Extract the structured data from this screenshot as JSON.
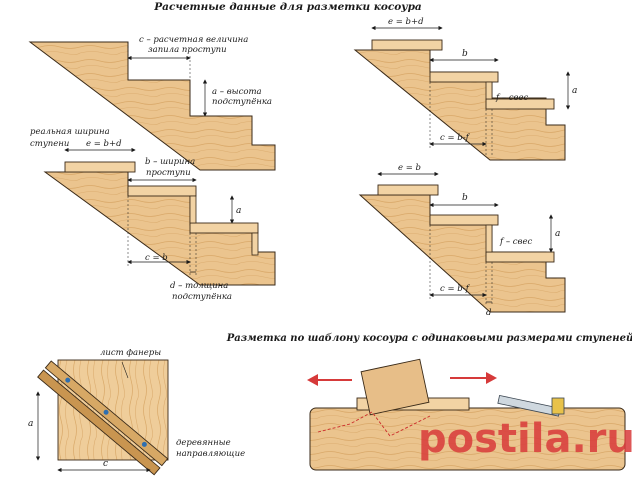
{
  "title_top": "Расчетные данные для разметки косоура",
  "title_bottom": "Разметка по шаблону косоура с одинаковыми размерами ступеней",
  "diagram1": {
    "label_c_line1": "c – расчетная величина",
    "label_c_line2": "запила проступи",
    "label_a_line1": "a – высота",
    "label_a_line2": "подступёнка"
  },
  "diagram2": {
    "label_real_line1": "реальная ширина",
    "label_real_line2": "ступени",
    "label_edbd": "e = b+d",
    "label_b_line1": "b – ширина",
    "label_b_line2": "проступи",
    "label_a": "a",
    "label_c": "c = b",
    "label_d_line1": "d – толщина",
    "label_d_line2": "подступёнка"
  },
  "diagram3": {
    "label_e": "e = b+d",
    "label_b": "b",
    "label_a": "a",
    "label_f": "f – свес",
    "label_c": "c = b-f"
  },
  "diagram4": {
    "label_e": "e = b",
    "label_b": "b",
    "label_a": "a",
    "label_f": "f – свес",
    "label_c": "c = b-f",
    "label_d": "d"
  },
  "template": {
    "label_sheet": "лист фанеры",
    "label_a": "a",
    "label_c": "c",
    "label_rails_line1": "деревянные",
    "label_rails_line2": "направляющие"
  },
  "watermark": "postila.ru",
  "colors": {
    "wood": "#e9c18a",
    "wood_light": "#f0cf9f",
    "wood_dark": "#c99550",
    "outline": "#3a2a18",
    "arrow": "#d63a3a",
    "rail_dot": "#2f6fb0"
  }
}
